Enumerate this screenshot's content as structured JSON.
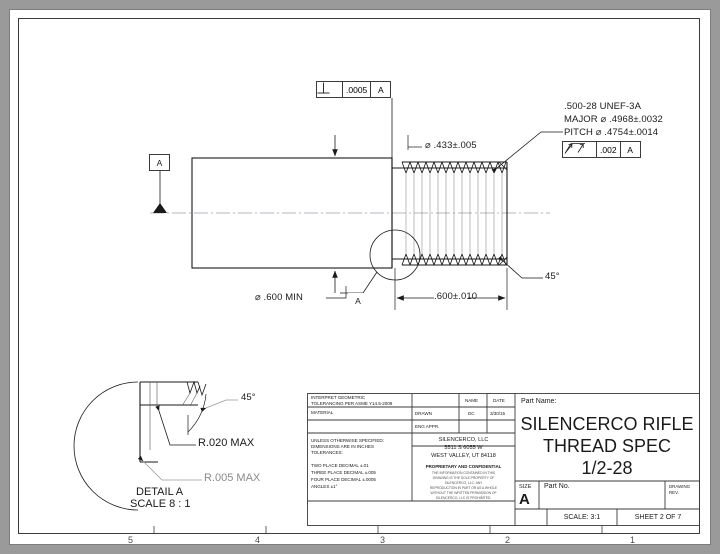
{
  "document": {
    "type": "engineering-drawing",
    "sheet_background": "#ffffff",
    "page_background": "#9a9a9a",
    "line_color": "#1a1a1a"
  },
  "zones": {
    "bottom": [
      "5",
      "4",
      "3",
      "2",
      "1"
    ]
  },
  "annotations": {
    "perp_fcf": {
      "symbol": "perpendicularity",
      "tolerance": ".0005",
      "datum": "A"
    },
    "datum_a_left": "A",
    "datum_a_detail": "A",
    "shank_diameter": "⌀ .433±.005",
    "min_diameter": "⌀ .600 MIN",
    "thread_callout_line1": ".500-28 UNEF-3A",
    "thread_callout_line2": "MAJOR  ⌀ .4968±.0032",
    "thread_callout_line3": "PITCH  ⌀ .4754±.0014",
    "profile_fcf": {
      "symbol": "profile-of-a-line",
      "tolerance": ".002",
      "datum": "A"
    },
    "chamfer_angle": "45°",
    "thread_length": ".600±.010"
  },
  "detail_view": {
    "angle": "45°",
    "radius_major": "R.020 MAX",
    "radius_minor": "R.005 MAX",
    "title": "DETAIL A",
    "scale": "SCALE 8 : 1"
  },
  "title_block": {
    "interpret_note_line1": "INTERPRET GEOMETRIC",
    "interpret_note_line2": "TOLERANCING PER ASME Y14.5-2009",
    "material_label": "MATERIAL",
    "unless_line1": "UNLESS OTHERWISE SPECIFIED:",
    "unless_line2": "DIMENSIONS ARE IN INCHES",
    "unless_line3": "TOLERANCES:",
    "tol_two_place": "TWO PLACE DECIMAL   ±.01",
    "tol_three_place": "THREE PLACE DECIMAL ±.005",
    "tol_four_place": "FOUR PLACE DECIMAL  ±.0005",
    "tol_angles": "ANGLES ±1°",
    "col_name": "NAME",
    "col_date": "DATE",
    "row_drawn": "DRAWN",
    "row_eng_appr": "ENG APPR.",
    "drawn_name": "DC",
    "drawn_date": "3/30/15",
    "company_line1": "SILENCERCO, LLC",
    "company_line2": "5511 S 6055 W",
    "company_line3": "WEST VALLEY, UT 84118",
    "confidential_heading": "PROPRIETARY AND CONFIDENTIAL",
    "confidential_line1": "THE INFORMATION CONTAINED IN THIS",
    "confidential_line2": "DRAWING IS THE SOLE PROPERTY OF",
    "confidential_line3": "SILENCERCO, LLC.  ANY",
    "confidential_line4": "REPRODUCTION IN PART OR AS A WHOLE",
    "confidential_line5": "WITHOUT THE WRITTEN PERMISSION OF",
    "confidential_line6": "SILENCERCO, LLC IS PROHIBITED.",
    "part_name_label": "Part Name:",
    "part_name_line1": "SILENCERCO RIFLE",
    "part_name_line2": "THREAD SPEC",
    "part_name_line3": "1/2-28",
    "size_label": "SIZE",
    "size_value": "A",
    "part_no_label": "Part No.",
    "part_no_value": "",
    "drawing_rev_label_line1": "DRAWING",
    "drawing_rev_label_line2": "REV.",
    "drawing_rev_value": "",
    "scale": "SCALE: 3:1",
    "sheet": "SHEET 2 OF 7"
  }
}
